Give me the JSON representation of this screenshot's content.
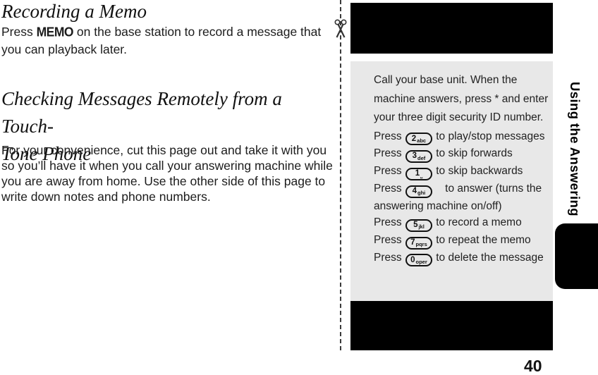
{
  "left_column": {
    "heading_recording": "Recording a Memo",
    "memo_paragraph": {
      "pre": "Press ",
      "memo": "MEMO",
      "post": " on the base station to record a message that you can playback later."
    },
    "heading_checking_line1": "Checking Messages Remotely from a Touch-",
    "heading_checking_line2": "Tone Phone",
    "convenience_paragraph": "For your convenience, cut this page out and take it with you so you’ll have it when you call your answering machine while you are away from home. Use the other side of this page to write down notes and phone numbers."
  },
  "card": {
    "intro": "Call your base unit. When the machine answers, press * and enter your three digit security ID number.",
    "instructions": [
      {
        "pre": "Press ",
        "key": "2",
        "letters": "abc",
        "post": " to play/stop messages"
      },
      {
        "pre": "Press ",
        "key": "3",
        "letters": "def",
        "post": " to skip forwards"
      },
      {
        "pre": "Press ",
        "key": "1",
        "letters": "⎵",
        "post": " to skip backwards"
      },
      {
        "pre": "Press ",
        "key": "4",
        "letters": "ghi",
        "post": "    to answer (turns the answering machine on/off)"
      },
      {
        "pre": "Press ",
        "key": "5",
        "letters": "jkl",
        "post": " to record a memo"
      },
      {
        "pre": "Press ",
        "key": "7",
        "letters": "pqrs",
        "post": " to repeat the memo"
      },
      {
        "pre": "Press ",
        "key": "0",
        "letters": "oper",
        "post": " to delete the message"
      }
    ]
  },
  "sidebar": {
    "vertical_label": "Using the Answering"
  },
  "footer": {
    "page_number": "40"
  },
  "colors": {
    "card_background": "#e8e8e8",
    "bar_black": "#000000"
  }
}
